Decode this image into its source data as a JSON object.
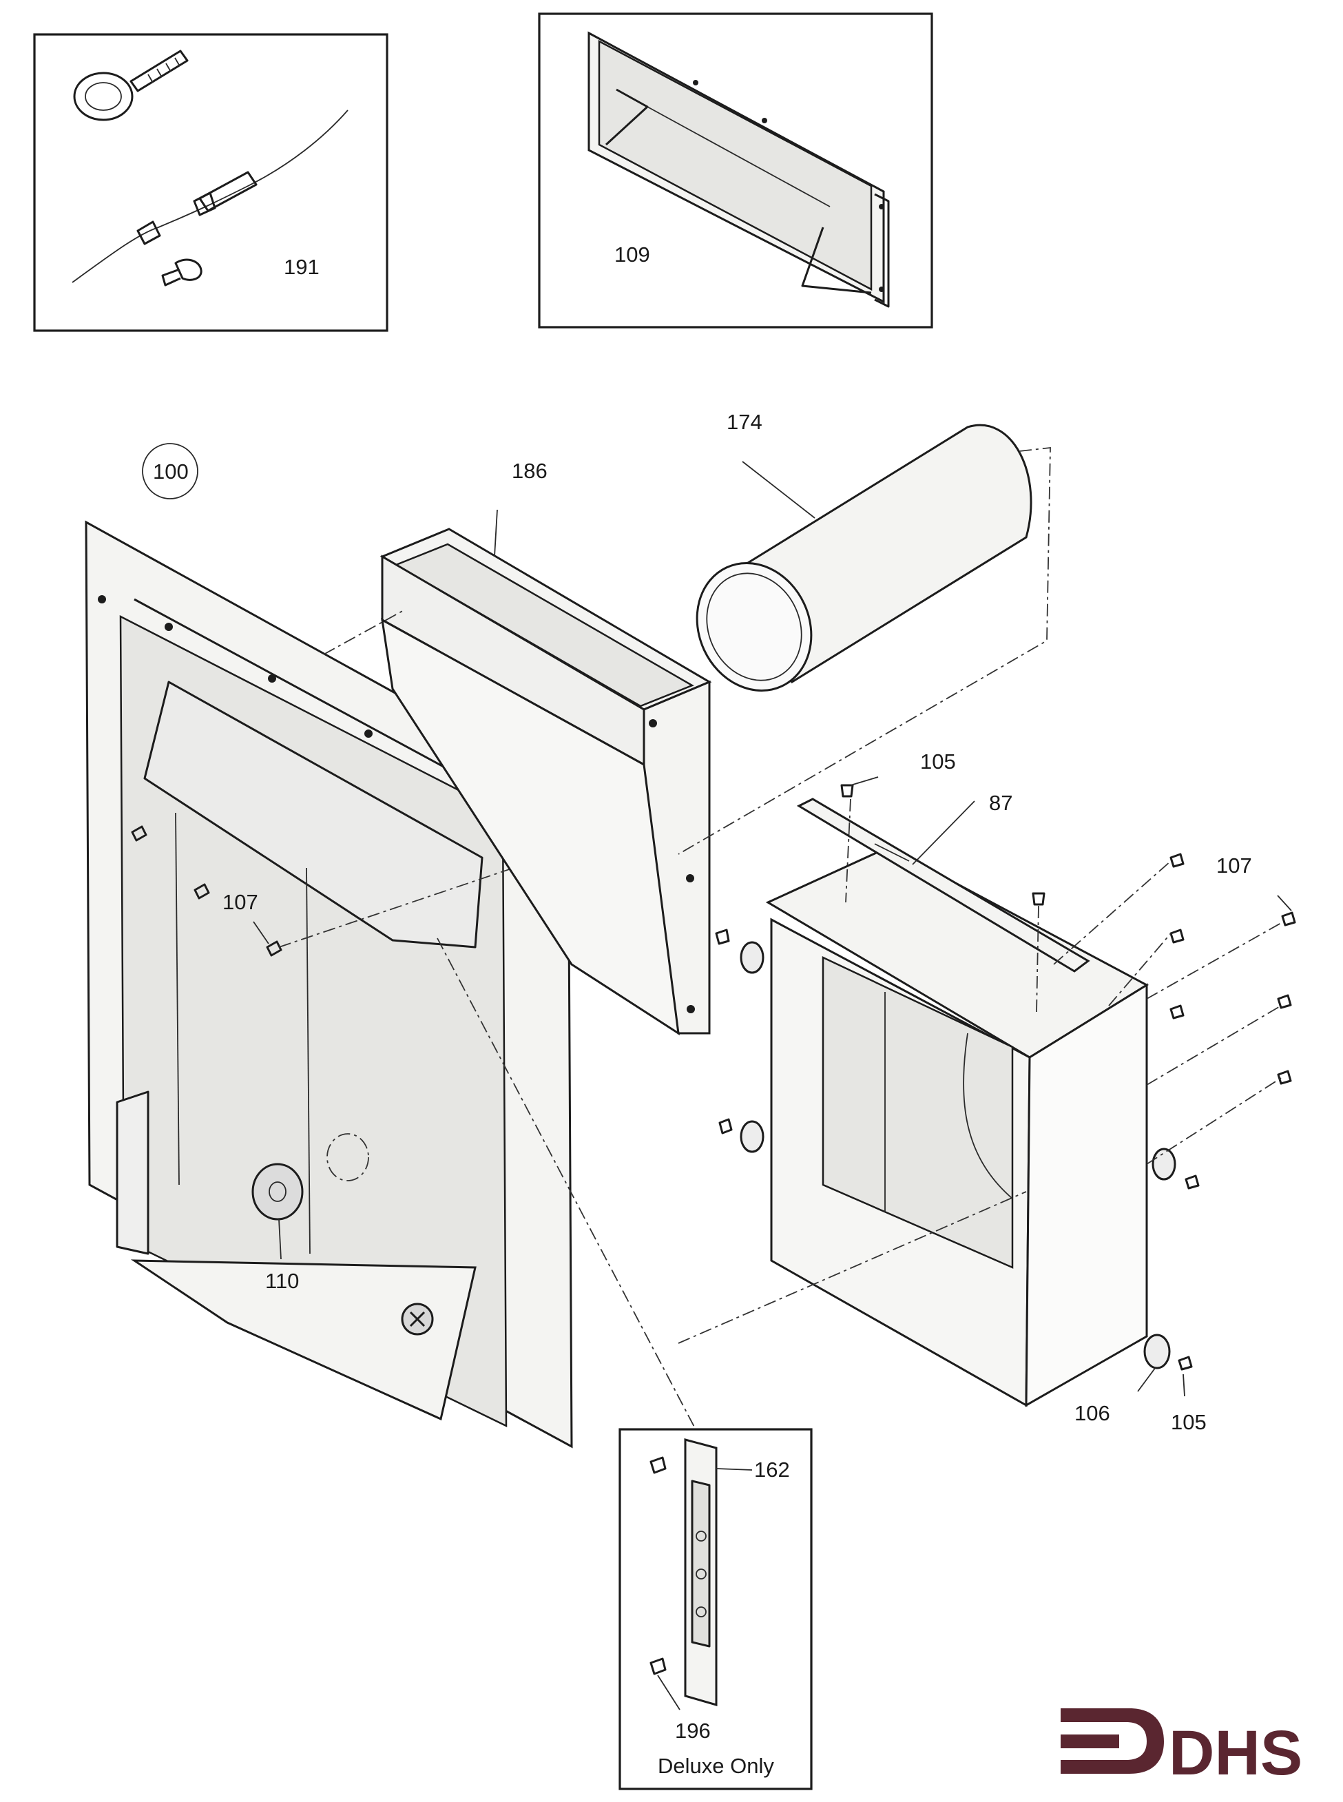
{
  "callouts": {
    "c191": "191",
    "c109": "109",
    "c100": "100",
    "c186": "186",
    "c174": "174",
    "c105_top": "105",
    "c87": "87",
    "c107_right": "107",
    "c107_left": "107",
    "c110": "110",
    "c106": "106",
    "c105_bottom": "105",
    "c162": "162",
    "c196": "196"
  },
  "inset_note": "Deluxe Only",
  "logo": {
    "text": "DHS",
    "color": "#5a2630"
  },
  "colors": {
    "ink": "#1c1c1c",
    "paper": "#ffffff"
  }
}
